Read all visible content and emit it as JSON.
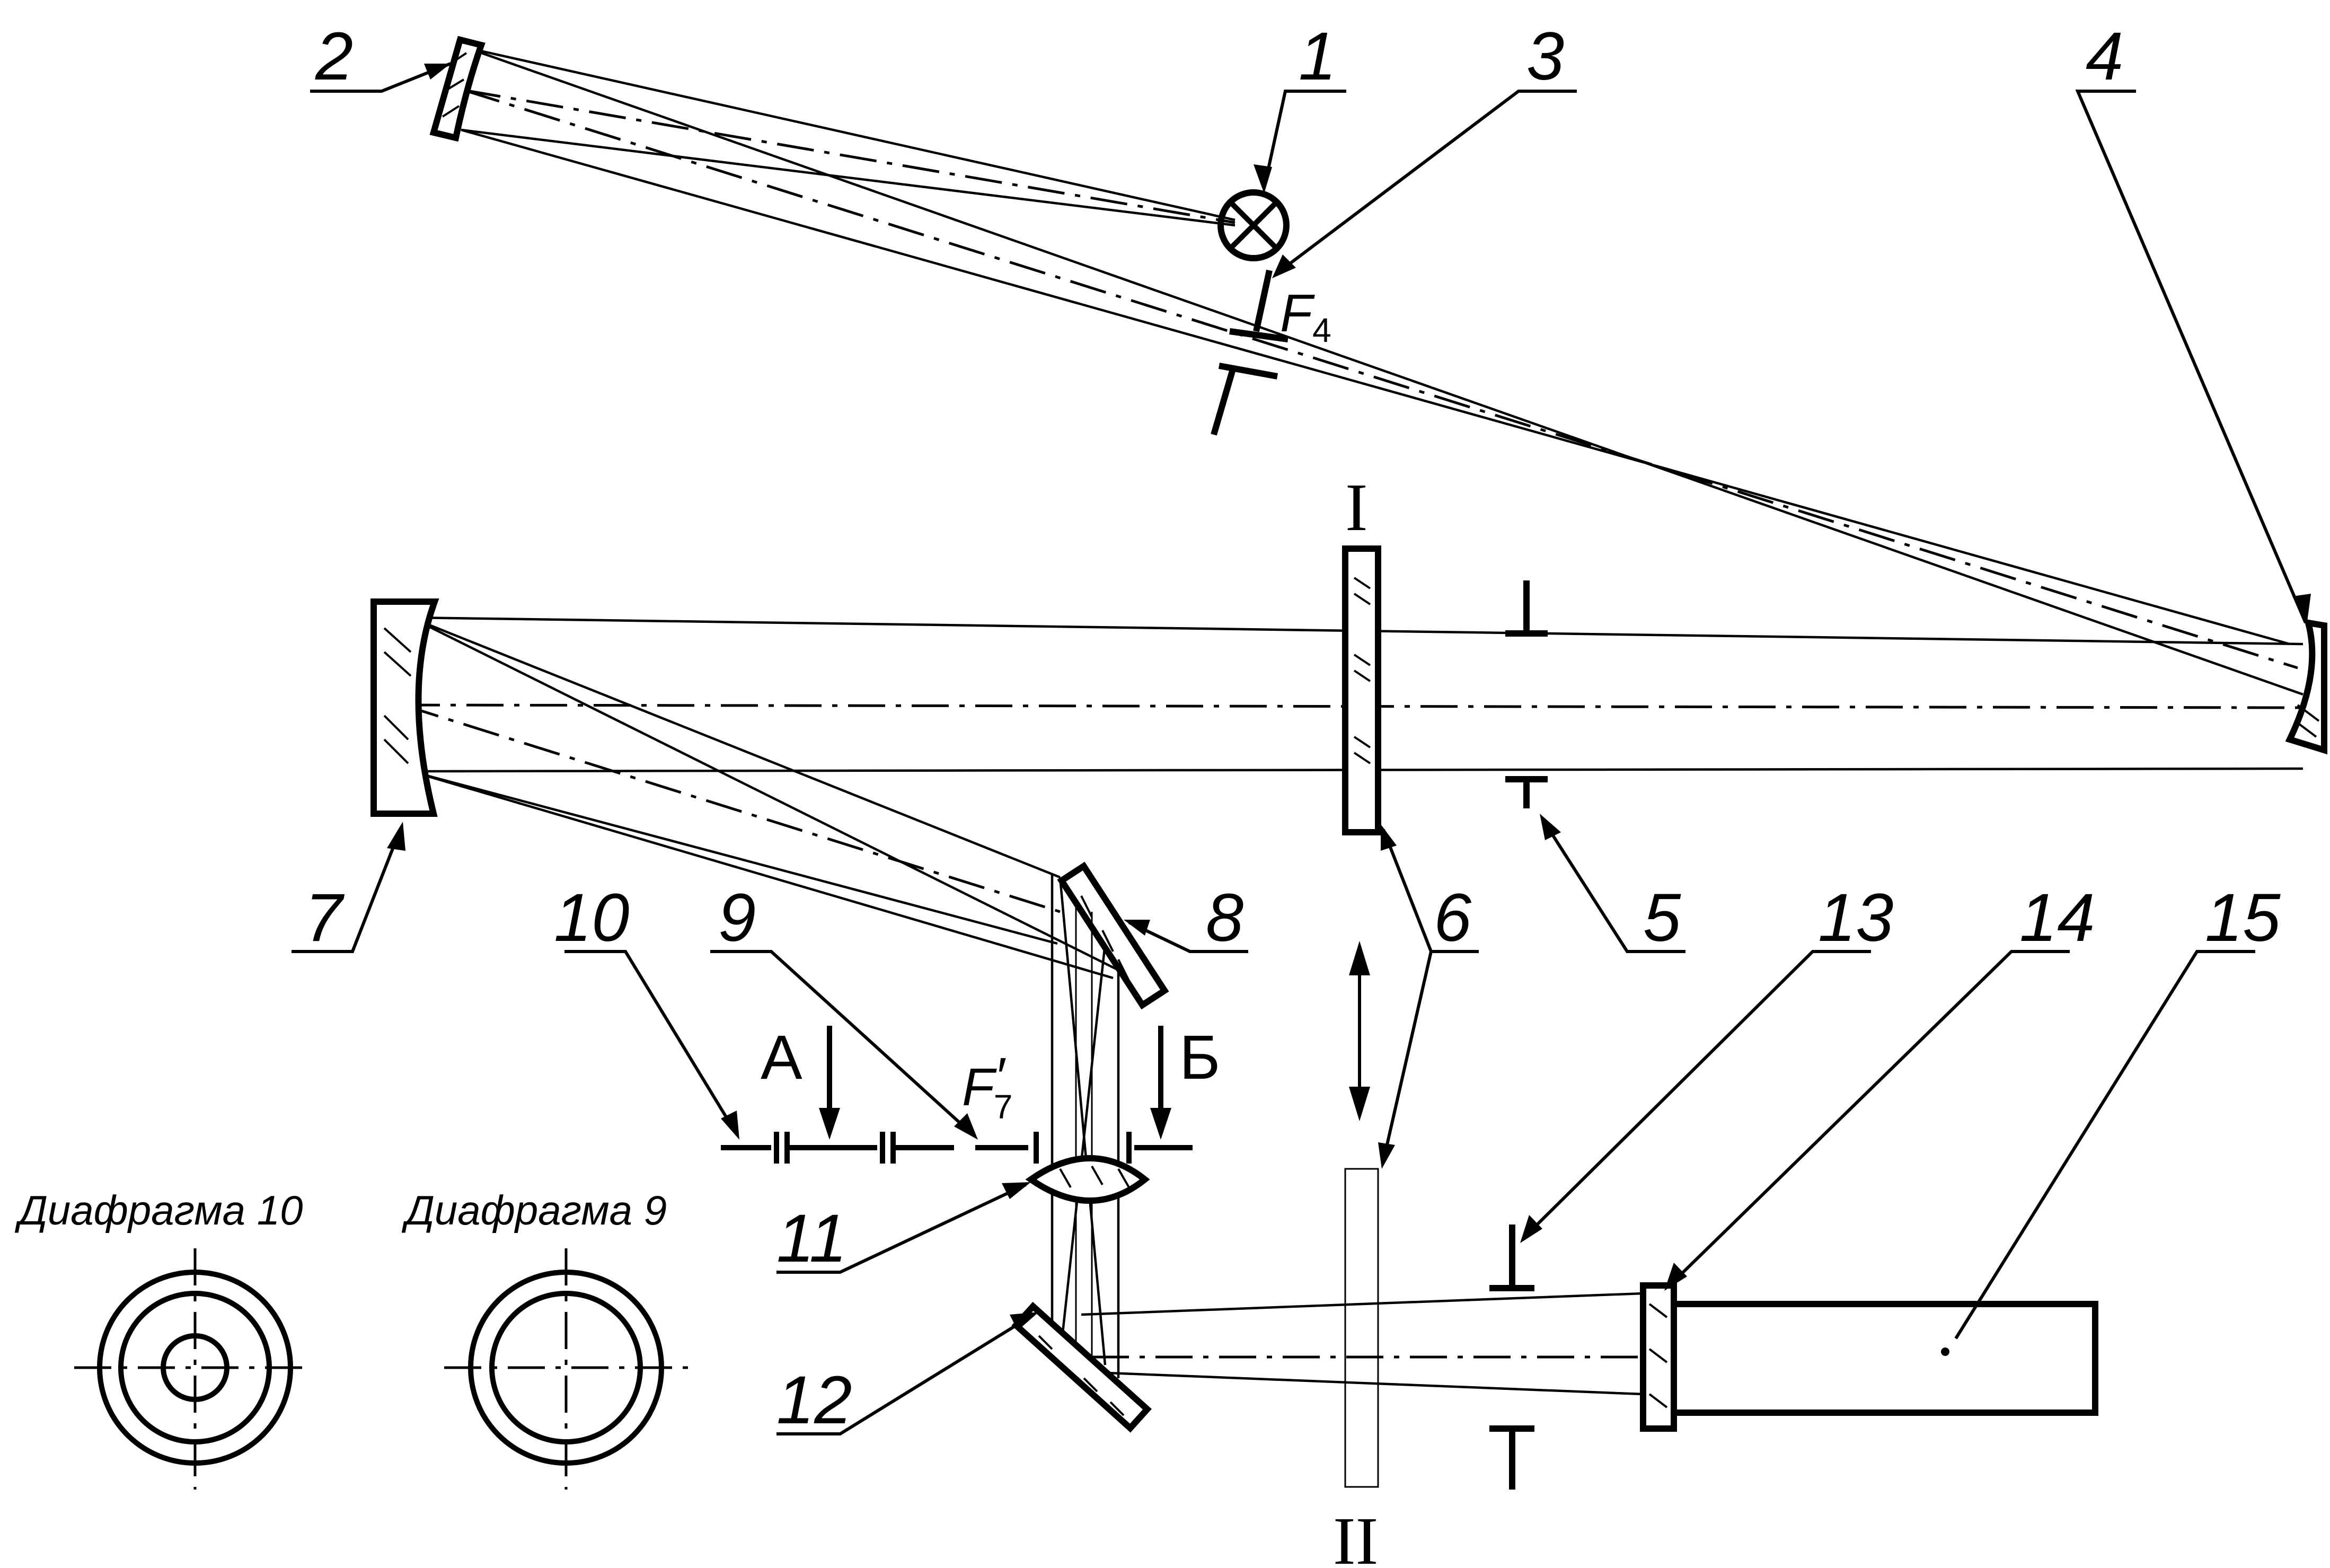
{
  "labels": {
    "n1": "1",
    "n2": "2",
    "n3": "3",
    "n4": "4",
    "n5": "5",
    "n6a": "6",
    "n6b": "6",
    "n7": "7",
    "n8": "8",
    "n9": "9",
    "n10": "10",
    "n11": "11",
    "n12": "12",
    "n13": "13",
    "n14": "14",
    "n15": "15"
  },
  "positions": {
    "top": "I",
    "bottom": "II"
  },
  "views": {
    "a": "А",
    "b": "Б"
  },
  "foci": {
    "f4": {
      "main": "F",
      "sub": "4"
    },
    "f7": {
      "main": "F",
      "prime": "′",
      "sub": "7"
    }
  },
  "captions": {
    "diaphragm10": "Диафрагма 10",
    "diaphragm9": "Диафрагма 9"
  }
}
